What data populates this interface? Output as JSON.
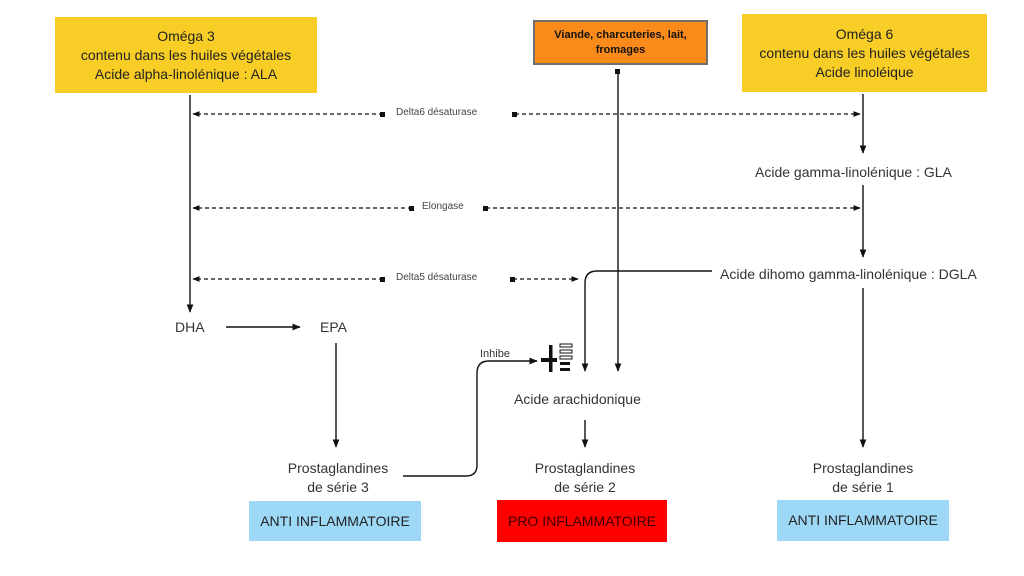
{
  "omega3": {
    "title": "Oméga 3",
    "line2": "contenu dans les huiles végétales",
    "line3": "Acide alpha-linolénique : ALA",
    "color": "#f8cd26"
  },
  "source": {
    "line1": "Viande, charcuteries, lait,",
    "line2": "fromages",
    "color": "#fa8b1a"
  },
  "omega6": {
    "title": "Oméga 6",
    "line2": "contenu dans les huiles végétales",
    "line3": "Acide linoléique",
    "color": "#f8cd26"
  },
  "enzymes": {
    "delta6": "Delta6 désaturase",
    "elongase": "Elongase",
    "delta5": "Delta5 désaturase"
  },
  "nodes": {
    "gla": "Acide gamma-linolénique : GLA",
    "dgla": "Acide dihomo gamma-linolénique : DGLA",
    "dha": "DHA",
    "epa": "EPA",
    "inhibe": "Inhibe",
    "arachidonique": "Acide arachidonique"
  },
  "prostaglandins": [
    {
      "line1": "Prostaglandines",
      "line2": "de série 3",
      "effect": "ANTI INFLAMMATOIRE",
      "effect_color": "#9dd9f7"
    },
    {
      "line1": "Prostaglandines",
      "line2": "de série 2",
      "effect": "PRO INFLAMMATOIRE",
      "effect_color": "#ff0000"
    },
    {
      "line1": "Prostaglandines",
      "line2": "de série 1",
      "effect": "ANTI INFLAMMATOIRE",
      "effect_color": "#9dd9f7"
    }
  ]
}
